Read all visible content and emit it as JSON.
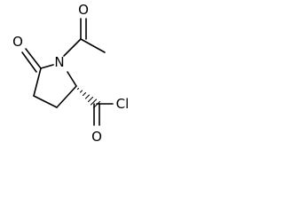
{
  "molecule": {
    "atoms": {
      "o_acetyl": "O",
      "n_ring": "N",
      "o_ring": "O",
      "cl": "Cl",
      "o_carbonyl": "O"
    },
    "stereo_bond": "hashed-wedge",
    "colors": {
      "bond": "#000000",
      "background": "#ffffff"
    }
  }
}
